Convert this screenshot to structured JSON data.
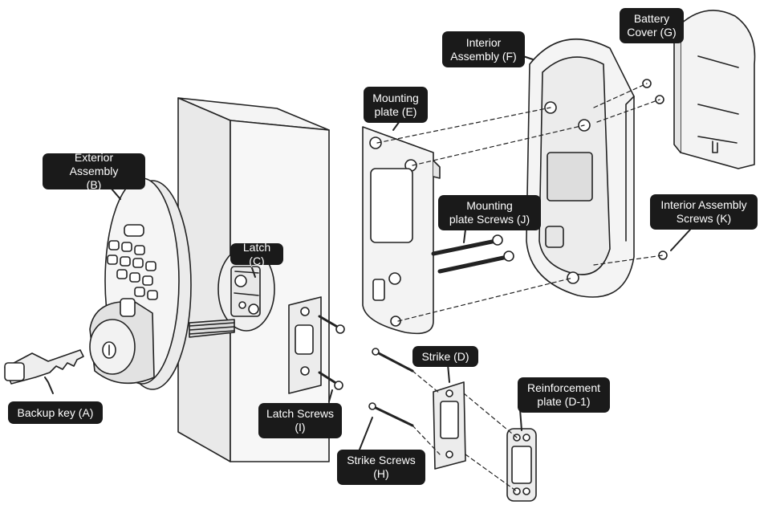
{
  "labels": {
    "backup_key": "Backup key (A)",
    "exterior_assembly": "Exterior Assembly\n(B)",
    "latch": "Latch (C)",
    "strike": "Strike (D)",
    "reinforcement_plate": "Reinforcement\nplate (D-1)",
    "mounting_plate": "Mounting\nplate (E)",
    "interior_assembly": "Interior\nAssembly (F)",
    "battery_cover": "Battery\nCover (G)",
    "strike_screws": "Strike Screws\n(H)",
    "latch_screws": "Latch Screws\n(I)",
    "mounting_plate_screws": "Mounting\nplate Screws (J)",
    "interior_assembly_screws": "Interior Assembly\nScrews (K)"
  },
  "colors": {
    "callout_bg": "#1a1a1a",
    "callout_text": "#ffffff",
    "line_art": "#222222",
    "part_fill": "#f2f2f2"
  }
}
